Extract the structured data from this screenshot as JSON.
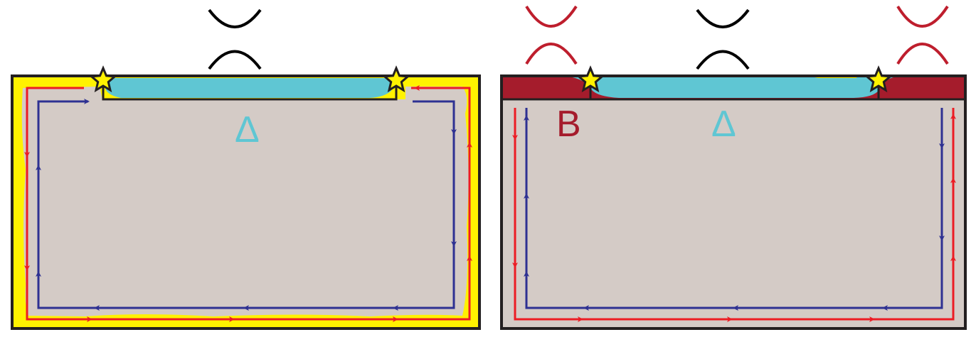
{
  "colors": {
    "bulk": "#d4cbc6",
    "edge_glow": "#fff200",
    "delta": "#5fc6d3",
    "b_region": "#a51c2c",
    "outline": "#231f20",
    "red_mode": "#ec1c24",
    "blue_mode": "#2e3192",
    "star_fill": "#fff200",
    "cone_black": "#000000",
    "cone_red": "#be1e2d"
  },
  "left_panel": {
    "delta_label": "Δ"
  },
  "right_panel": {
    "b_label": "B",
    "delta_label": "Δ"
  }
}
